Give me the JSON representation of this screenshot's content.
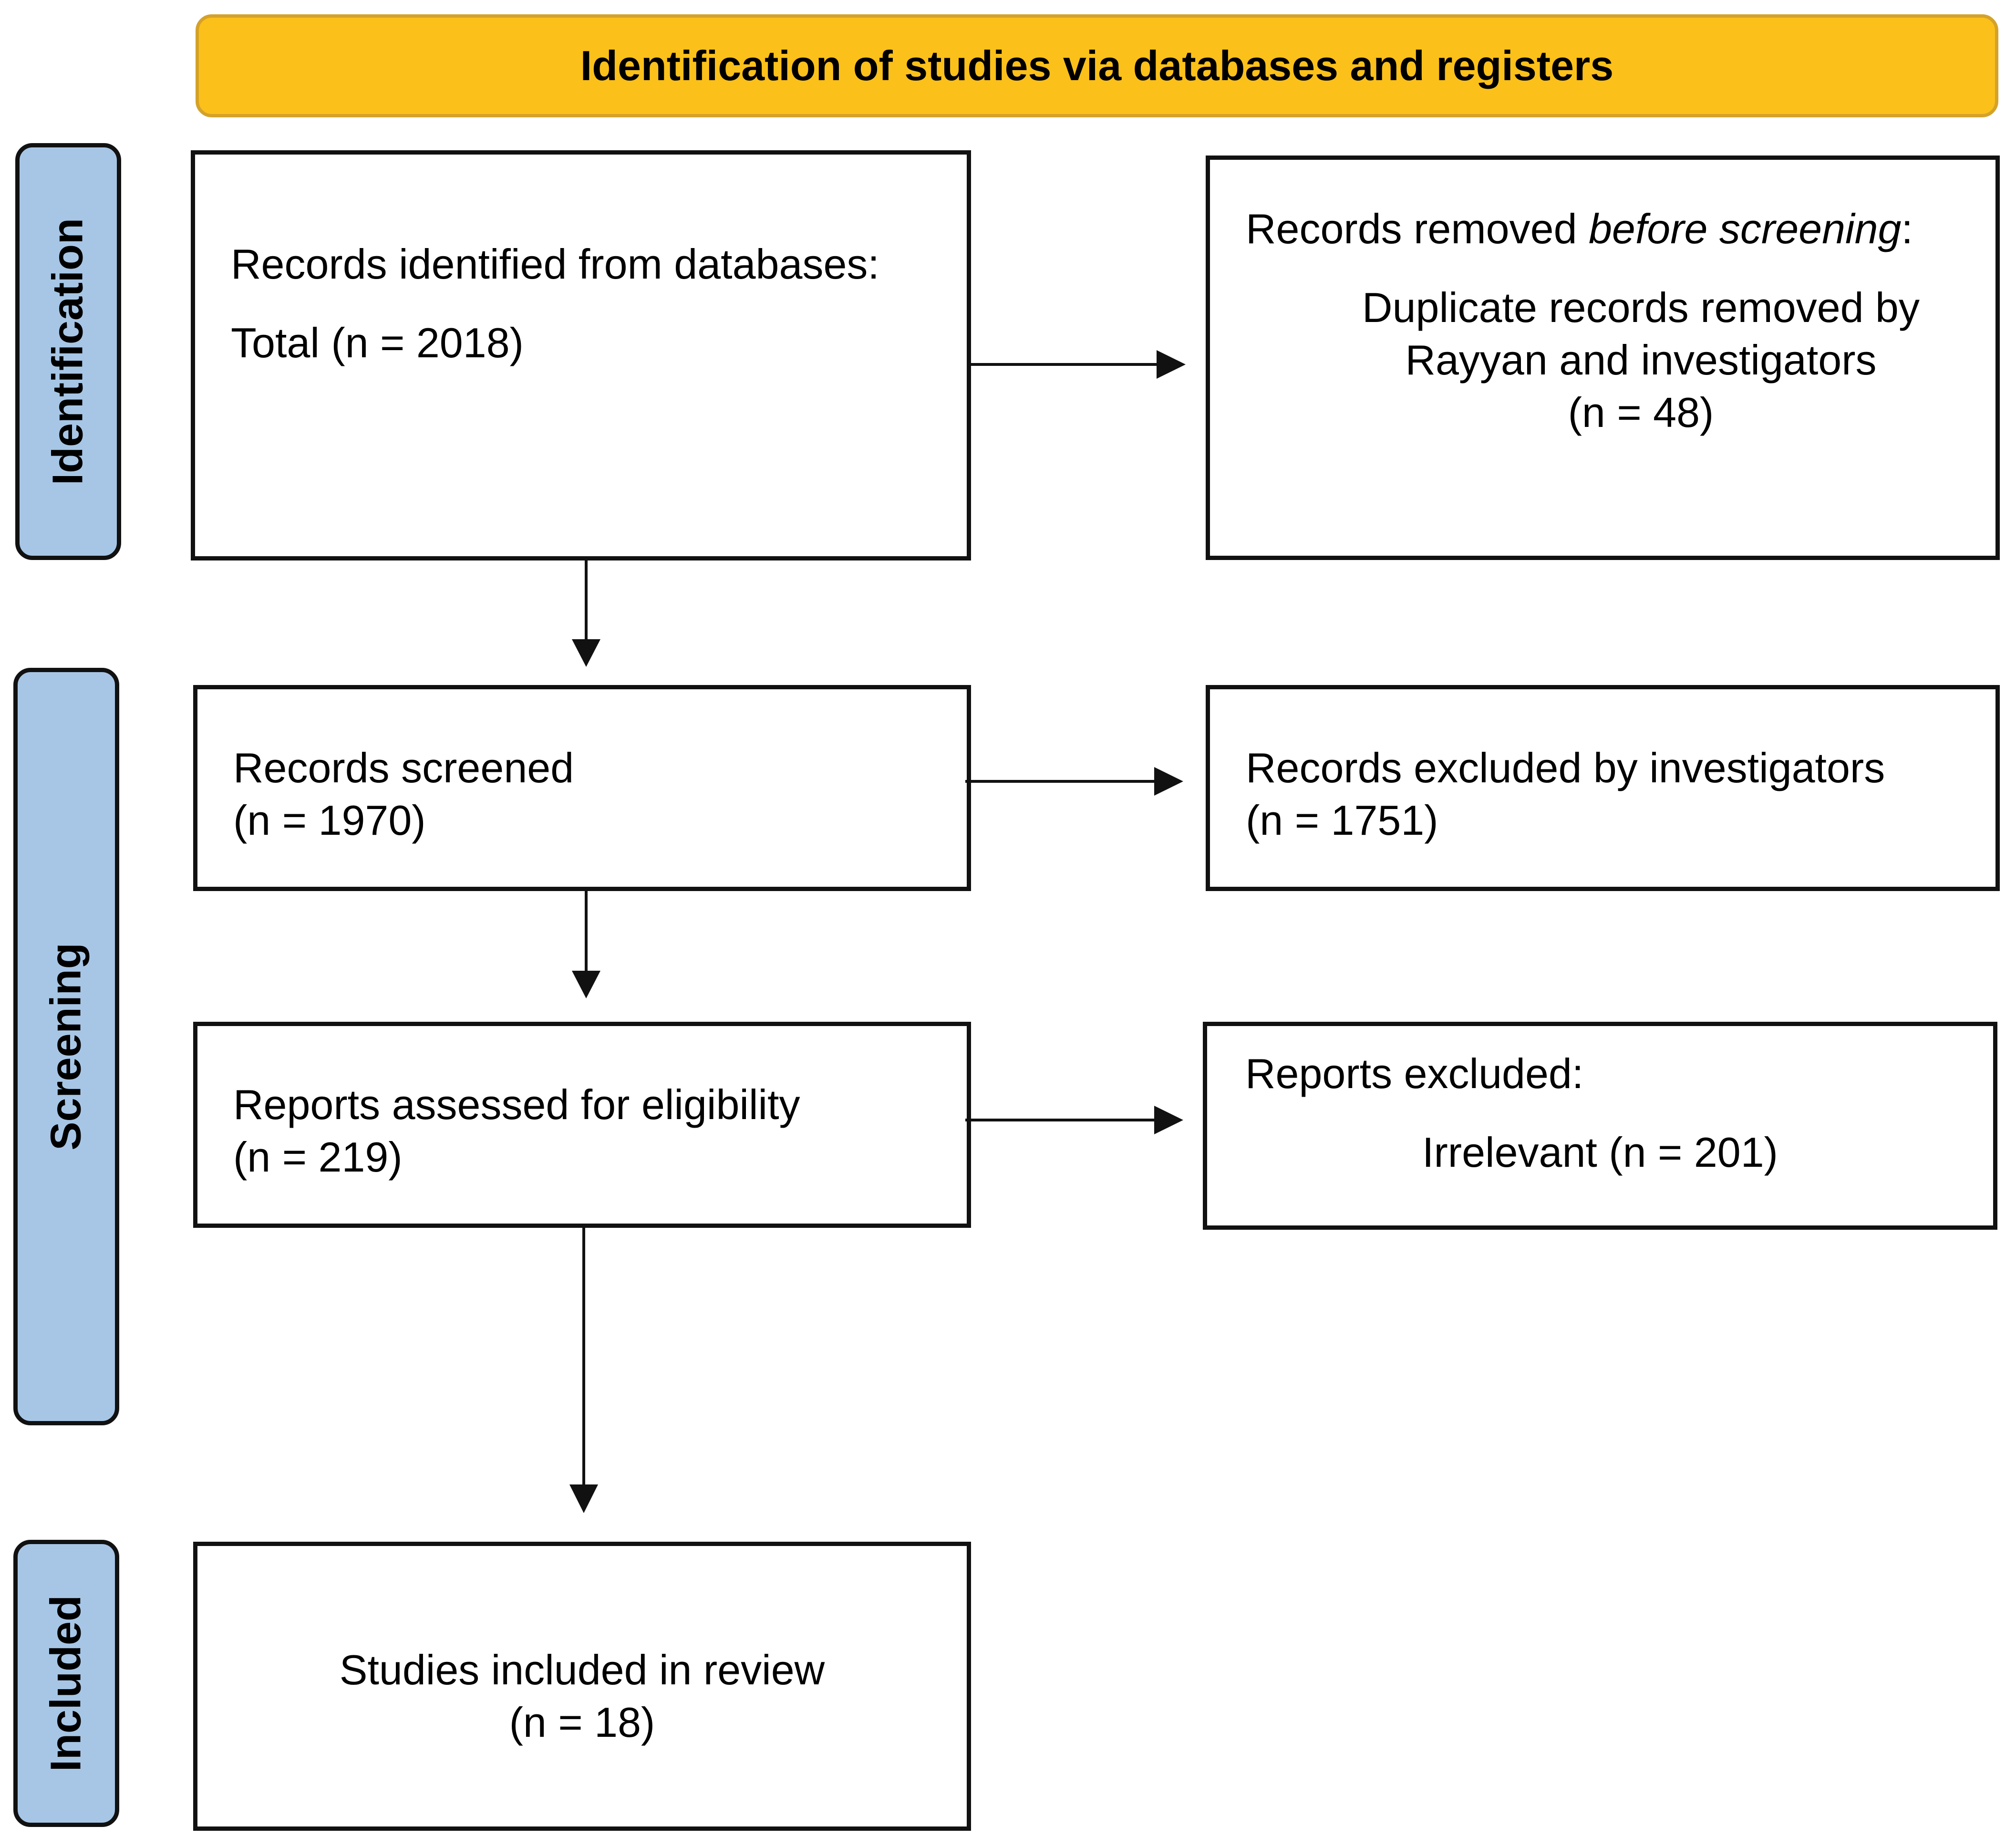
{
  "header": {
    "title": "Identification of studies via databases and registers"
  },
  "phases": {
    "identification": "Identification",
    "screening": "Screening",
    "included": "Included"
  },
  "identification": {
    "records_identified_label": "Records identified from databases:",
    "records_identified_total": "Total (n = 2018)",
    "removed_title_prefix": "Records removed ",
    "removed_title_italic": "before screening",
    "removed_title_suffix": ":",
    "removed_detail_line1": "Duplicate records removed by",
    "removed_detail_line2": "Rayyan and investigators",
    "removed_detail_line3": "(n = 48)"
  },
  "screening": {
    "screened_label": "Records screened",
    "screened_count": "(n = 1970)",
    "excluded_label": "Records excluded by investigators",
    "excluded_count": "(n = 1751)",
    "assessed_label": "Reports assessed for eligibility",
    "assessed_count": "(n = 219)",
    "reports_excluded_label": "Reports excluded:",
    "reports_excluded_detail": "Irrelevant (n = 201)"
  },
  "included": {
    "studies_label": "Studies included in review",
    "studies_count": "(n = 18)"
  },
  "colors": {
    "header_fill": "#FBC01A",
    "phase_fill": "#A7C6E6",
    "stroke": "#111111"
  }
}
